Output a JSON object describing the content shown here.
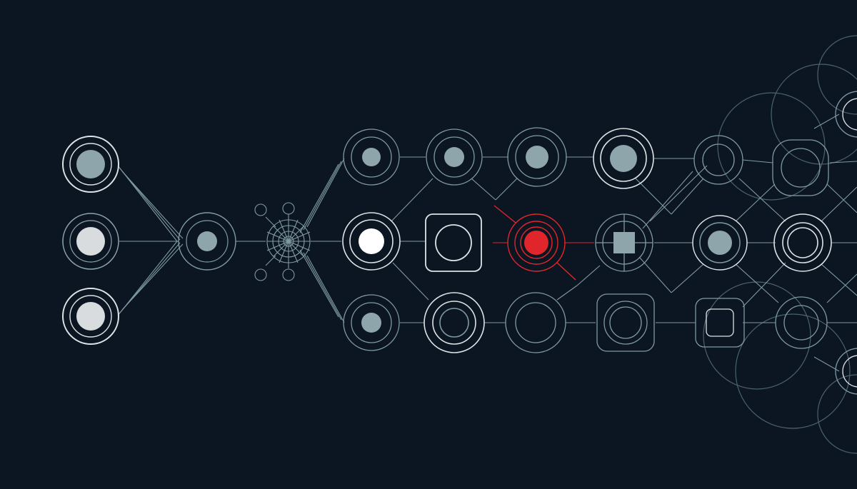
{
  "colors": {
    "background": "#0b1622",
    "line": "#7f9aa2",
    "bright_line": "#dde3e6",
    "node_fill": "#8ea5ac",
    "light_fill": "#d8dcdf",
    "white_fill": "#ffffff",
    "accent": "#e0262a"
  },
  "diagram": {
    "title": "",
    "node_kinds": [
      "input-node",
      "hidden-node",
      "hub-node",
      "square-node",
      "active-node",
      "output-node"
    ],
    "highlighted_node": "active-node"
  }
}
